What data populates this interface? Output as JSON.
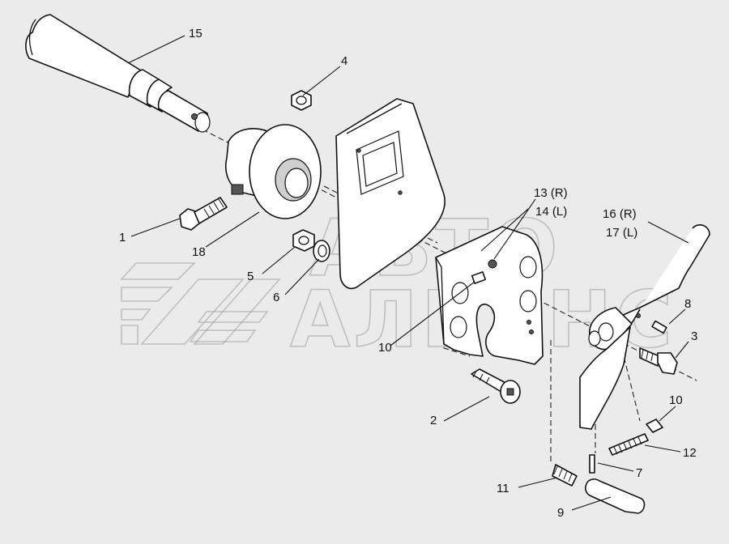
{
  "watermark": {
    "line1": "АВТО",
    "line2": "АЛЬЯНС"
  },
  "callouts": {
    "c1": "1",
    "c2": "2",
    "c3": "3",
    "c4": "4",
    "c5": "5",
    "c6": "6",
    "c7": "7",
    "c8": "8",
    "c9": "9",
    "c10a": "10",
    "c10b": "10",
    "c11": "11",
    "c12": "12",
    "c13": "13 (R)",
    "c14": "14 (L)",
    "c15": "15",
    "c16": "16 (R)",
    "c17": "17 (L)",
    "c18": "18"
  }
}
